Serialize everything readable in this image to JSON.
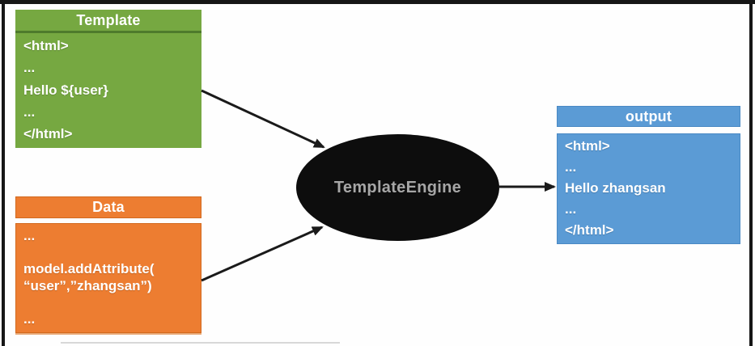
{
  "diagram": {
    "template_box": {
      "title": "Template",
      "lines": [
        "<html>",
        "...",
        "Hello ${user}",
        "...",
        "</html>"
      ]
    },
    "data_box": {
      "title": "Data",
      "ellipsis_top": "...",
      "code_lines": [
        "model.addAttribute(",
        "“user”,”zhangsan”)"
      ],
      "ellipsis_bottom": "..."
    },
    "engine": {
      "label": "TemplateEngine"
    },
    "output_box": {
      "title": "output",
      "lines": [
        "<html>",
        "...",
        "Hello zhangsan",
        "...",
        "</html>"
      ]
    },
    "colors": {
      "template_green": "#76a841",
      "template_divider": "#4e7a2c",
      "data_orange": "#ed7d31",
      "data_border": "#d2691e",
      "output_blue": "#5b9bd5",
      "output_border": "#4a89c4",
      "engine_fill": "#0d0d0d",
      "engine_text": "#a6a6a6",
      "arrow": "#1a1a1a",
      "frame": "#161616",
      "text": "#ffffff"
    }
  }
}
